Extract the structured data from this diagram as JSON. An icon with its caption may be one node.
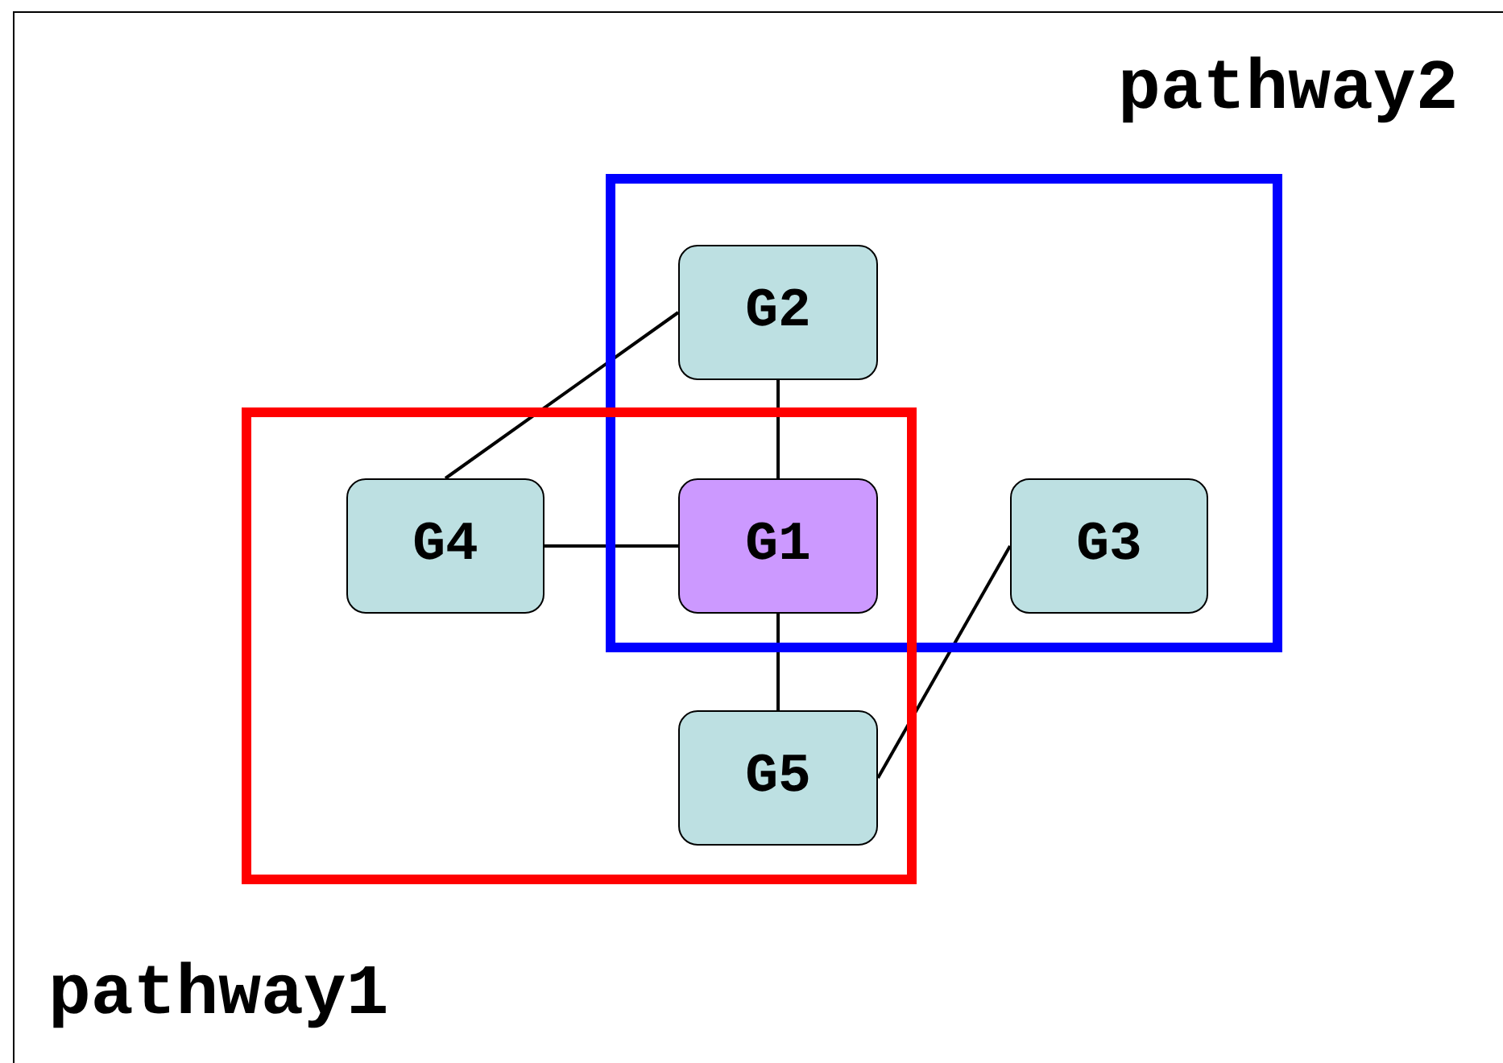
{
  "diagram": {
    "nodes": [
      {
        "text": [],
        "shape": "box"
      },
      {
        "text": [],
        "shape": "box"
      },
      {
        "text": [
          "G2"
        ],
        "in": 0
      },
      {
        "text": [
          "G4"
        ],
        "in": 1
      },
      {
        "text": [
          "G1"
        ]
      },
      {
        "text": [
          "G3"
        ],
        "in": 0
      },
      {
        "text": [
          "G5"
        ],
        "in": 1
      }
    ],
    "edges": [
      {
        "from": 2,
        "to": 3,
        "arrow": "none"
      },
      {
        "from": 2,
        "to": 4,
        "arrow": "none"
      },
      {
        "from": 3,
        "to": 4,
        "arrow": "none"
      },
      {
        "from": 4,
        "to": 6,
        "arrow": "none"
      },
      {
        "from": 6,
        "to": 5,
        "arrow": "none"
      }
    ],
    "labels": [
      "pathway2",
      "pathway1"
    ]
  }
}
